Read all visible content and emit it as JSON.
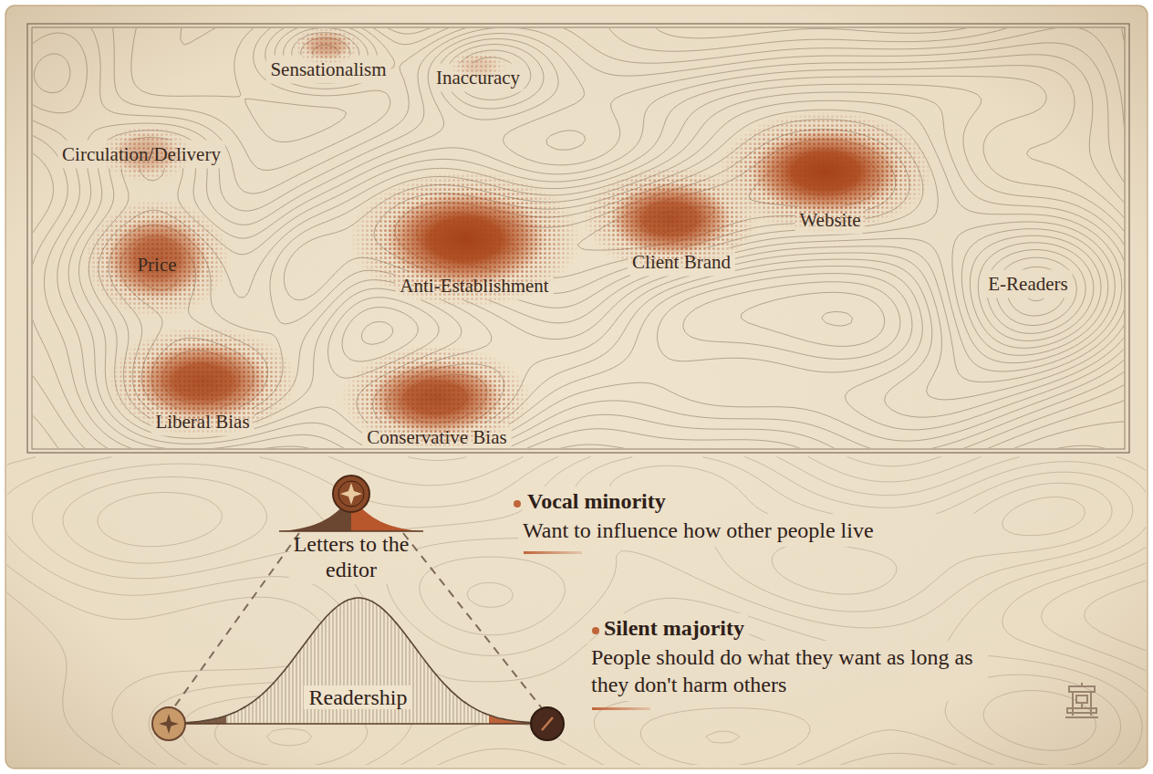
{
  "diagram": {
    "nodes": [
      {
        "text": [
          "Letters to the editor"
        ]
      },
      {
        "text": [
          "Readership"
        ]
      }
    ],
    "labels": [
      "Sensationalism",
      "Inaccuracy",
      "Circulation/Delivery",
      "Price",
      "Anti-Establishment",
      "Client Brand",
      "Website",
      "E-Readers",
      "Liberal Bias",
      "Conservative Bias",
      "Vocal minority",
      "Want to influence how other people live",
      "Silent majority",
      "People should do what they want as long as they don't harm others"
    ]
  }
}
